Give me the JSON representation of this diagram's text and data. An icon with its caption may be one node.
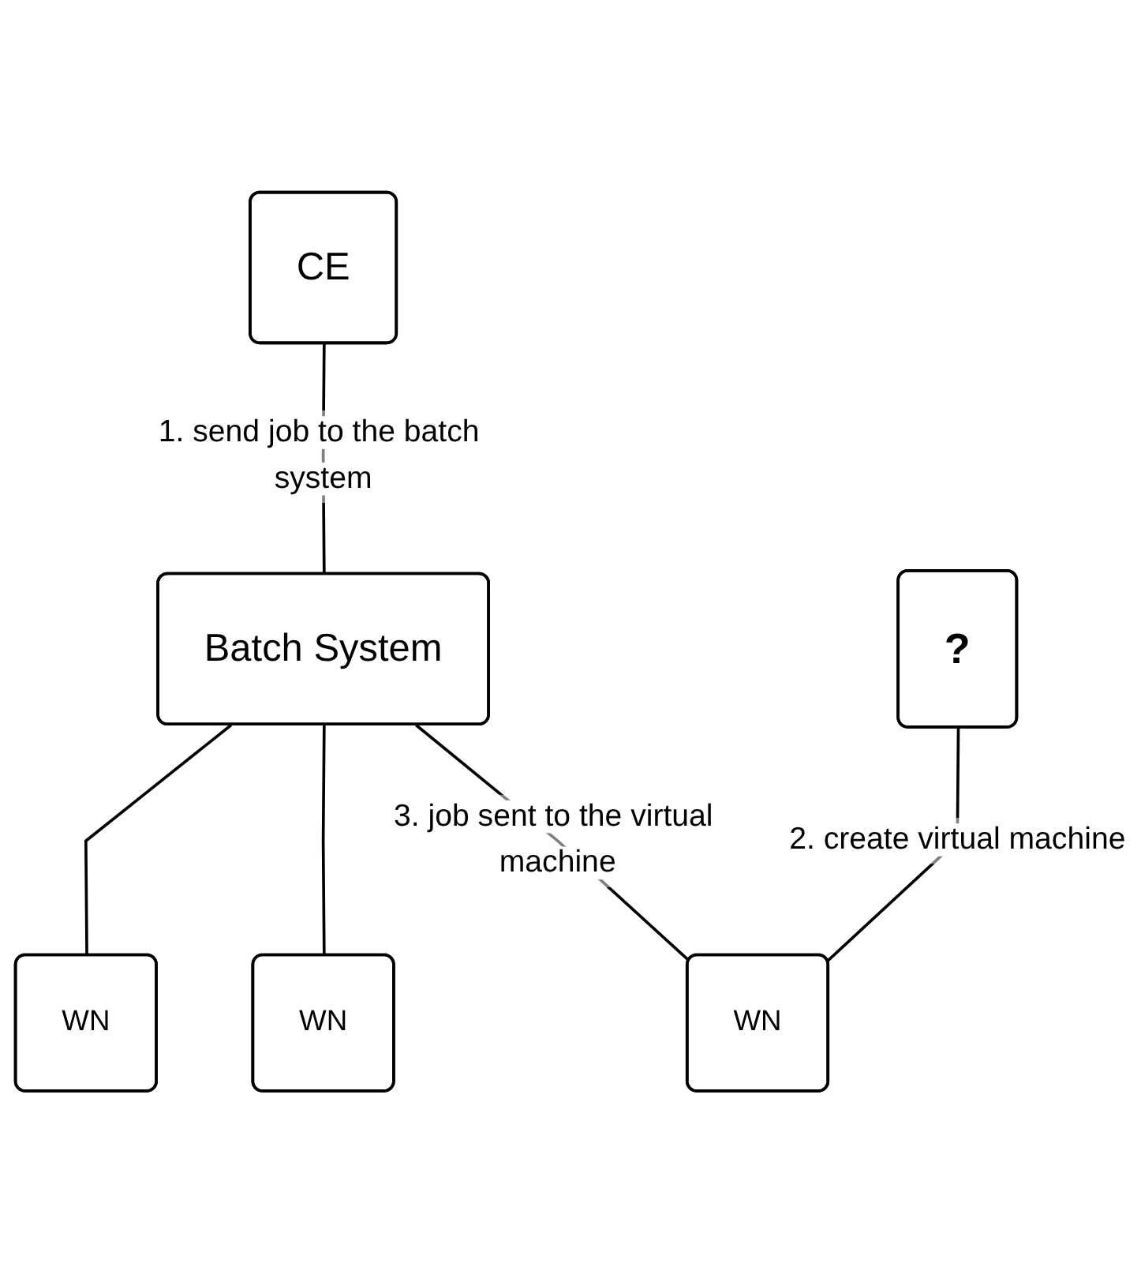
{
  "diagram": {
    "nodes": [
      {
        "text": [
          "CE"
        ]
      },
      {
        "text": [
          "Batch System"
        ]
      },
      {
        "text": [
          "WN"
        ]
      },
      {
        "text": [
          "WN"
        ]
      },
      {
        "text": [
          "?"
        ]
      },
      {
        "text": [
          "WN"
        ]
      }
    ],
    "edges": [
      {
        "from": 0,
        "to": 1,
        "arrow": "none",
        "label": "1. send job to the batch system"
      },
      {
        "from": 1,
        "to": 2,
        "arrow": "none"
      },
      {
        "from": 1,
        "to": 3,
        "arrow": "none"
      },
      {
        "from": 1,
        "to": 5,
        "arrow": "none",
        "label": "3. job sent to the virtual machine"
      },
      {
        "from": 4,
        "to": 5,
        "arrow": "none",
        "label": "2. create virtual machine"
      }
    ]
  }
}
